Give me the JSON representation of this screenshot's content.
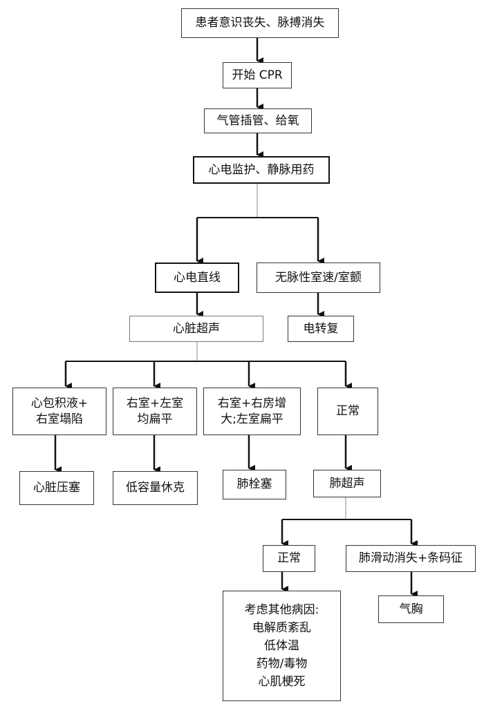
{
  "nodes": {
    "n1": "患者意识丧失、脉搏消失",
    "n2": "开始 CPR",
    "n3": "气管插管、给氧",
    "n4": "心电监护、静脉用药",
    "n5": "心电直线",
    "n6": "无脉性室速/室颤",
    "n7": "心脏超声",
    "n8": "电转复",
    "n9": [
      "心包积液+",
      "右室塌陷"
    ],
    "n10": [
      "右室+左室",
      "均扁平"
    ],
    "n11": [
      "右室+右房增",
      "大;左室扁平"
    ],
    "n12": "正常",
    "n13": "心脏压塞",
    "n14": "低容量休克",
    "n15": "肺栓塞",
    "n16": "肺超声",
    "n17": "正常",
    "n18": "肺滑动消失+条码征",
    "n19": [
      "考虑其他病因:",
      "电解质紊乱",
      "低体温",
      "药物/毒物",
      "心肌梗死"
    ],
    "n20": "气胸"
  }
}
